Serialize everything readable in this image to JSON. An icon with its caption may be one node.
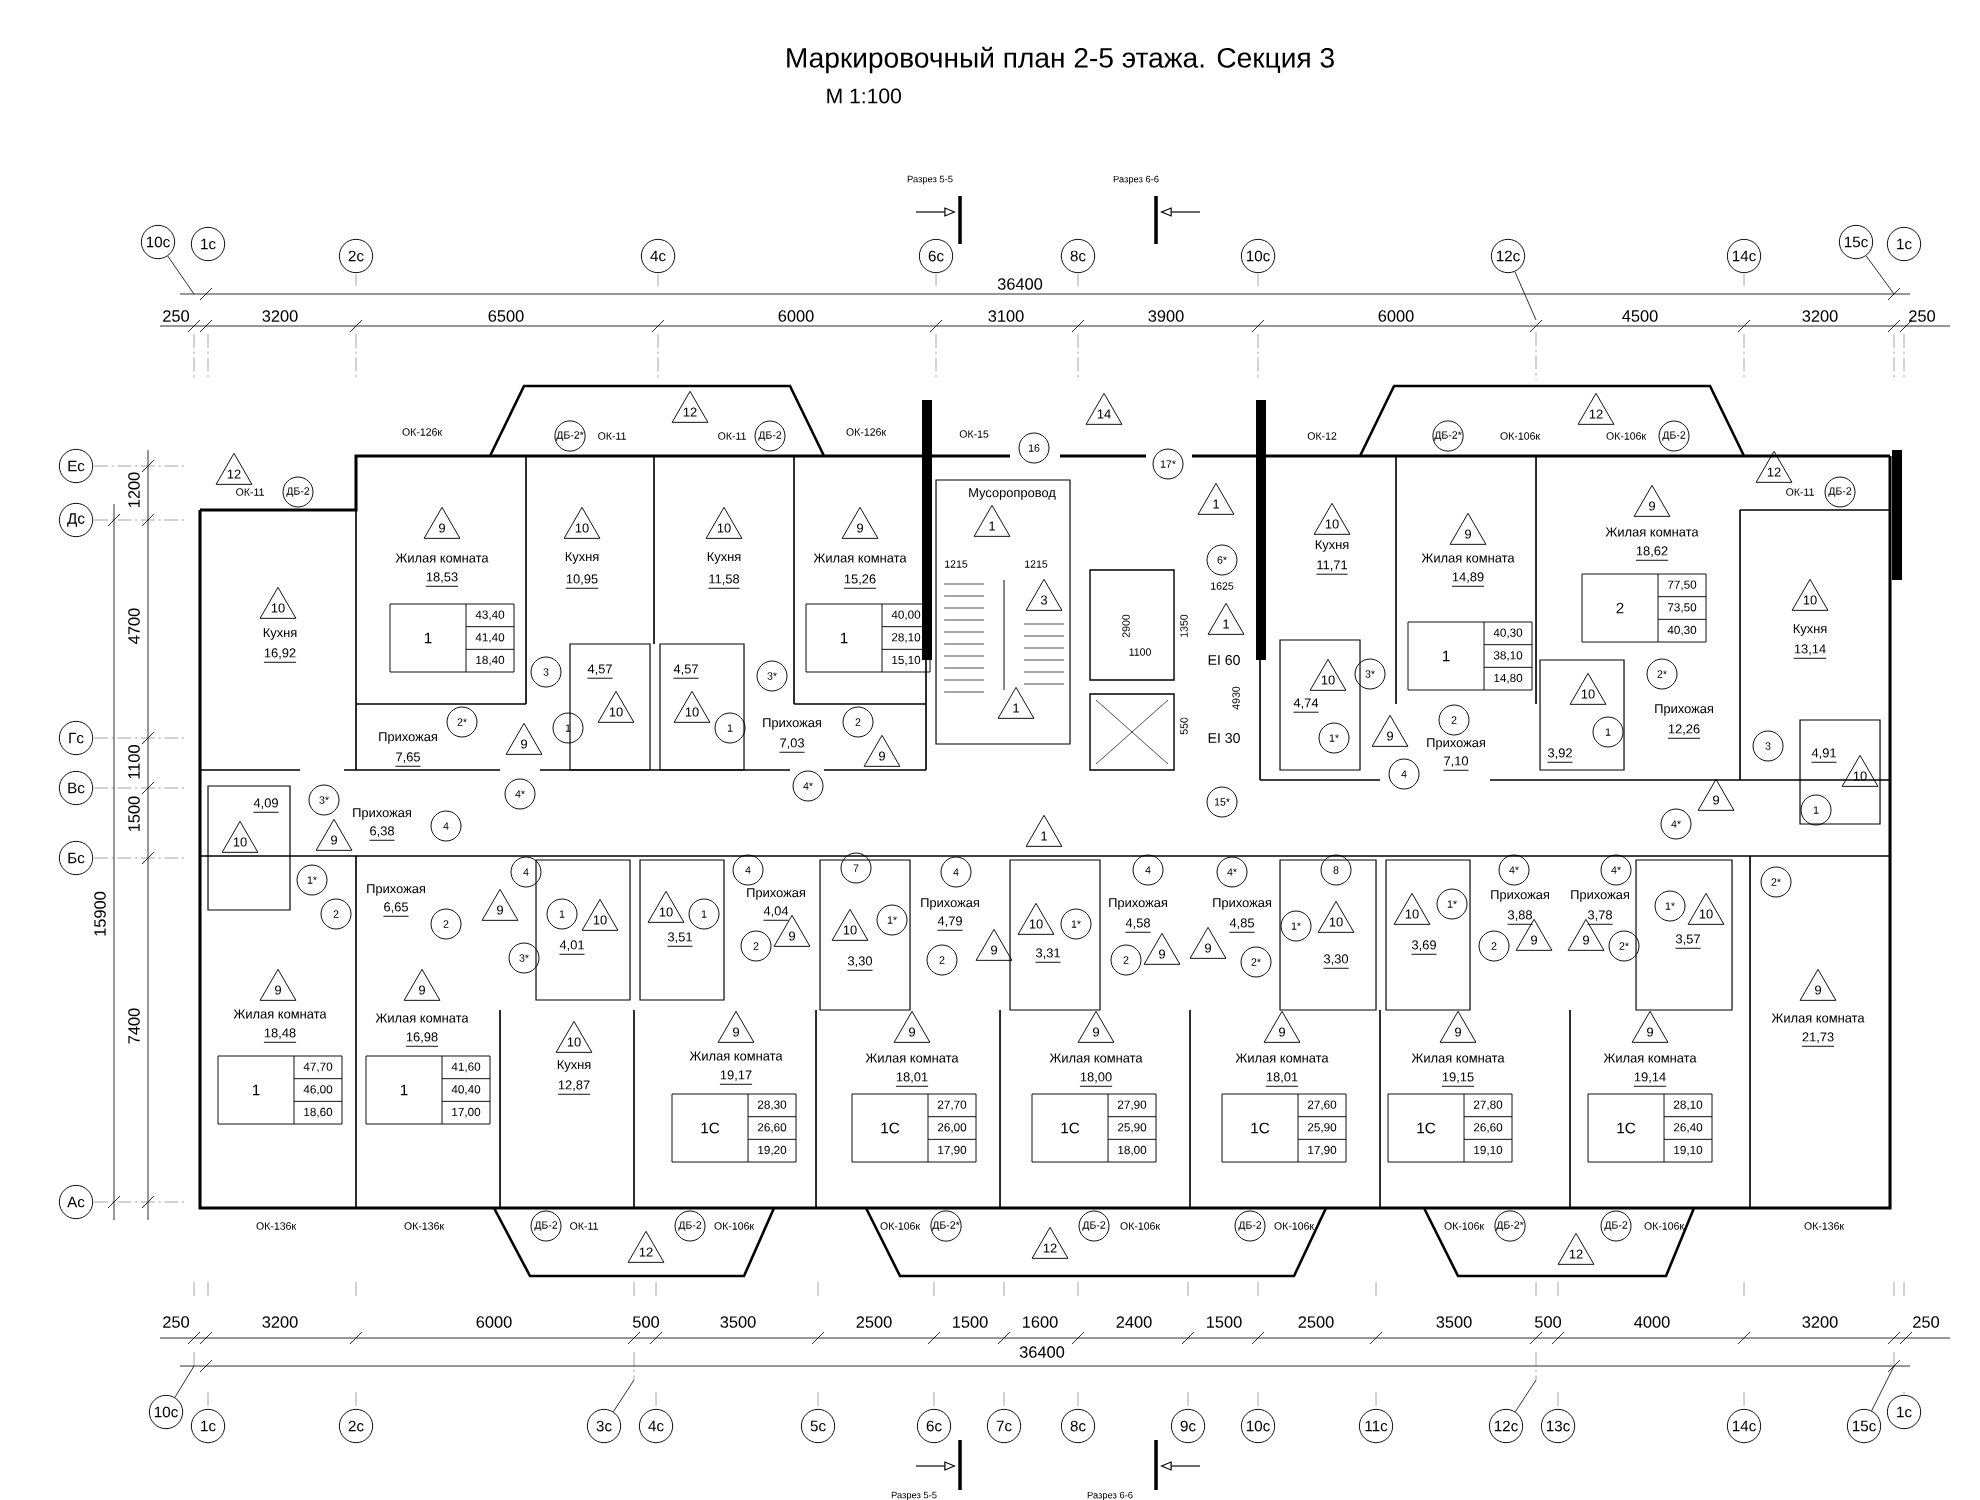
{
  "diagram": {
    "title": "Маркировочный план 2-5 этажа. Секция 3",
    "nodes": [
      {
        "text": [
          "10с"
        ]
      },
      {
        "text": [
          "1с"
        ]
      },
      {
        "text": [
          "2с"
        ]
      },
      {
        "text": [
          "4с"
        ]
      },
      {
        "text": [
          "6с"
        ]
      },
      {
        "text": [
          "8с"
        ]
      },
      {
        "text": [
          "10с"
        ]
      },
      {
        "text": [
          "12с"
        ]
      },
      {
        "text": [
          "14с"
        ]
      },
      {
        "text": [
          "15с"
        ]
      },
      {
        "text": [
          "1с"
        ]
      },
      {
        "text": [
          "Ес"
        ]
      },
      {
        "text": [
          "Дс"
        ]
      },
      {
        "text": [
          "Гс"
        ]
      },
      {
        "text": [
          "Вс"
        ]
      },
      {
        "text": [
          "Бс"
        ]
      },
      {
        "text": [
          "Ас"
        ]
      },
      {
        "text": [
          "10с"
        ]
      },
      {
        "text": [
          "1с"
        ]
      },
      {
        "text": [
          "2с"
        ]
      },
      {
        "text": [
          "3с"
        ]
      },
      {
        "text": [
          "4с"
        ]
      },
      {
        "text": [
          "5с"
        ]
      },
      {
        "text": [
          "6с"
        ]
      },
      {
        "text": [
          "7с"
        ]
      },
      {
        "text": [
          "8с"
        ]
      },
      {
        "text": [
          "9с"
        ]
      },
      {
        "text": [
          "10с"
        ]
      },
      {
        "text": [
          "11с"
        ]
      },
      {
        "text": [
          "12с"
        ]
      },
      {
        "text": [
          "13с"
        ]
      },
      {
        "text": [
          "14с"
        ]
      },
      {
        "text": [
          "15с"
        ]
      },
      {
        "text": [
          "1с"
        ]
      },
      {
        "text": [
          "1",
          "43,40",
          "41,40",
          "18,40"
        ]
      },
      {
        "text": [
          "1",
          "40,00",
          "28,10",
          "15,10"
        ]
      },
      {
        "text": [
          "1",
          "40,30",
          "38,10",
          "14,80"
        ]
      },
      {
        "text": [
          "2",
          "77,50",
          "73,50",
          "40,30"
        ]
      },
      {
        "text": [
          "1",
          "47,70",
          "46,00",
          "18,60"
        ]
      },
      {
        "text": [
          "1",
          "41,60",
          "40,40",
          "17,00"
        ]
      },
      {
        "text": [
          "1С",
          "28,30",
          "26,60",
          "19,20"
        ]
      },
      {
        "text": [
          "1С",
          "27,70",
          "26,00",
          "17,90"
        ]
      },
      {
        "text": [
          "1С",
          "27,90",
          "25,90",
          "18,00"
        ]
      },
      {
        "text": [
          "1С",
          "27,60",
          "25,90",
          "17,90"
        ]
      },
      {
        "text": [
          "1С",
          "27,80",
          "26,60",
          "19,10"
        ]
      },
      {
        "text": [
          "1С",
          "28,10",
          "26,40",
          "19,10"
        ]
      },
      {
        "text": [
          "12"
        ]
      },
      {
        "text": [
          "12"
        ]
      },
      {
        "text": [
          "14"
        ]
      },
      {
        "text": [
          "12"
        ]
      },
      {
        "text": [
          "12"
        ]
      },
      {
        "text": [
          "10"
        ]
      },
      {
        "text": [
          "9"
        ]
      },
      {
        "text": [
          "10"
        ]
      },
      {
        "text": [
          "10"
        ]
      },
      {
        "text": [
          "9"
        ]
      },
      {
        "text": [
          "1"
        ]
      },
      {
        "text": [
          "1"
        ]
      },
      {
        "text": [
          "3"
        ]
      },
      {
        "text": [
          "1"
        ]
      },
      {
        "text": [
          "1"
        ]
      },
      {
        "text": [
          "10"
        ]
      },
      {
        "text": [
          "9"
        ]
      },
      {
        "text": [
          "9"
        ]
      },
      {
        "text": [
          "10"
        ]
      },
      {
        "text": [
          "9"
        ]
      },
      {
        "text": [
          "10"
        ]
      },
      {
        "text": [
          "10"
        ]
      },
      {
        "text": [
          "9"
        ]
      },
      {
        "text": [
          "10"
        ]
      },
      {
        "text": [
          "9"
        ]
      },
      {
        "text": [
          "10"
        ]
      },
      {
        "text": [
          "9"
        ]
      },
      {
        "text": [
          "10"
        ]
      },
      {
        "text": [
          "9"
        ]
      },
      {
        "text": [
          "10"
        ]
      },
      {
        "text": [
          "1"
        ]
      },
      {
        "text": [
          "9"
        ]
      },
      {
        "text": [
          "10"
        ]
      },
      {
        "text": [
          "10"
        ]
      },
      {
        "text": [
          "9"
        ]
      },
      {
        "text": [
          "10"
        ]
      },
      {
        "text": [
          "9"
        ]
      },
      {
        "text": [
          "10"
        ]
      },
      {
        "text": [
          "9"
        ]
      },
      {
        "text": [
          "9"
        ]
      },
      {
        "text": [
          "10"
        ]
      },
      {
        "text": [
          "10"
        ]
      },
      {
        "text": [
          "9"
        ]
      },
      {
        "text": [
          "9"
        ]
      },
      {
        "text": [
          "10"
        ]
      },
      {
        "text": [
          "9"
        ]
      },
      {
        "text": [
          "9"
        ]
      },
      {
        "text": [
          "10"
        ]
      },
      {
        "text": [
          "9"
        ]
      },
      {
        "text": [
          "9"
        ]
      },
      {
        "text": [
          "9"
        ]
      },
      {
        "text": [
          "9"
        ]
      },
      {
        "text": [
          "9"
        ]
      },
      {
        "text": [
          "9"
        ]
      },
      {
        "text": [
          "9"
        ]
      },
      {
        "text": [
          "12"
        ]
      },
      {
        "text": [
          "12"
        ]
      },
      {
        "text": [
          "12"
        ]
      },
      {
        "text": [
          "ДБ-2"
        ]
      },
      {
        "text": [
          "ДБ-2*"
        ]
      },
      {
        "text": [
          "ДБ-2"
        ]
      },
      {
        "text": [
          "16"
        ]
      },
      {
        "text": [
          "17*"
        ]
      },
      {
        "text": [
          "ДБ-2*"
        ]
      },
      {
        "text": [
          "ДБ-2"
        ]
      },
      {
        "text": [
          "ДБ-2"
        ]
      },
      {
        "text": [
          "6*"
        ]
      },
      {
        "text": [
          "3"
        ]
      },
      {
        "text": [
          "3*"
        ]
      },
      {
        "text": [
          "2*"
        ]
      },
      {
        "text": [
          "1"
        ]
      },
      {
        "text": [
          "1"
        ]
      },
      {
        "text": [
          "2"
        ]
      },
      {
        "text": [
          "4*"
        ]
      },
      {
        "text": [
          "4*"
        ]
      },
      {
        "text": [
          "3*"
        ]
      },
      {
        "text": [
          "4"
        ]
      },
      {
        "text": [
          "1*"
        ]
      },
      {
        "text": [
          "2"
        ]
      },
      {
        "text": [
          "4"
        ]
      },
      {
        "text": [
          "2"
        ]
      },
      {
        "text": [
          "3*"
        ]
      },
      {
        "text": [
          "1"
        ]
      },
      {
        "text": [
          "1"
        ]
      },
      {
        "text": [
          "4"
        ]
      },
      {
        "text": [
          "2"
        ]
      },
      {
        "text": [
          "7"
        ]
      },
      {
        "text": [
          "1*"
        ]
      },
      {
        "text": [
          "4"
        ]
      },
      {
        "text": [
          "2"
        ]
      },
      {
        "text": [
          "3*"
        ]
      },
      {
        "text": [
          "1*"
        ]
      },
      {
        "text": [
          "2"
        ]
      },
      {
        "text": [
          "4"
        ]
      },
      {
        "text": [
          "15*"
        ]
      },
      {
        "text": [
          "2*"
        ]
      },
      {
        "text": [
          "1"
        ]
      },
      {
        "text": [
          "3"
        ]
      },
      {
        "text": [
          "4*"
        ]
      },
      {
        "text": [
          "1"
        ]
      },
      {
        "text": [
          "2*"
        ]
      },
      {
        "text": [
          "4"
        ]
      },
      {
        "text": [
          "1*"
        ]
      },
      {
        "text": [
          "2"
        ]
      },
      {
        "text": [
          "4*"
        ]
      },
      {
        "text": [
          "8"
        ]
      },
      {
        "text": [
          "1*"
        ]
      },
      {
        "text": [
          "2*"
        ]
      },
      {
        "text": [
          "4*"
        ]
      },
      {
        "text": [
          "1*"
        ]
      },
      {
        "text": [
          "2"
        ]
      },
      {
        "text": [
          "4*"
        ]
      },
      {
        "text": [
          "2*"
        ]
      },
      {
        "text": [
          "1*"
        ]
      },
      {
        "text": [
          "ДБ-2"
        ]
      },
      {
        "text": [
          "ДБ-2"
        ]
      },
      {
        "text": [
          "ДБ-2*"
        ]
      },
      {
        "text": [
          "ДБ-2"
        ]
      },
      {
        "text": [
          "ДБ-2"
        ]
      },
      {
        "text": [
          "ДБ-2*"
        ]
      },
      {
        "text": [
          "ДБ-2"
        ]
      }
    ],
    "edges": [
      {
        "from": 0,
        "to": null,
        "arrow": "none"
      },
      {
        "from": 7,
        "to": null,
        "arrow": "none"
      },
      {
        "from": 9,
        "to": null,
        "arrow": "none"
      },
      {
        "from": 17,
        "to": null,
        "arrow": "none"
      },
      {
        "from": 20,
        "to": null,
        "arrow": "none"
      },
      {
        "from": 29,
        "to": null,
        "arrow": "none"
      },
      {
        "from": 32,
        "to": null,
        "arrow": "none"
      }
    ],
    "labels": [
      "М 1:100",
      "Разрез 5-5",
      "Разрез 6-6",
      "36400",
      "250",
      "3200",
      "6500",
      "6000",
      "3100",
      "3900",
      "6000",
      "4500",
      "3200",
      "250",
      "1200",
      "4700",
      "1100",
      "1500",
      "7400",
      "15900",
      "250",
      "3200",
      "6000",
      "500",
      "3500",
      "2500",
      "1500",
      "1600",
      "2400",
      "1500",
      "2500",
      "3500",
      "500",
      "4000",
      "3200",
      "250",
      "36400",
      "Разрез 5-5",
      "Разрез 6-6",
      "ОК-126к",
      "ОК-11",
      "ОК-11",
      "ОК-126к",
      "ОК-15",
      "ОК-12",
      "ОК-106к",
      "ОК-106к",
      "ОК-11",
      "ОК-11",
      "ОК-136к",
      "ОК-136к",
      "ОК-11",
      "ОК-106к",
      "ОК-106к",
      "ОК-106к",
      "ОК-106к",
      "ОК-106к",
      "ОК-106к",
      "ОК-136к",
      "Кухня",
      "16,92",
      "Жилая комната",
      "18,53",
      "Кухня",
      "10,95",
      "Кухня",
      "11,58",
      "Жилая комната",
      "15,26",
      "Мусоропровод",
      "Кухня",
      "11,71",
      "Жилая комната",
      "14,89",
      "Жилая комната",
      "18,62",
      "Кухня",
      "13,14",
      "Прихожая",
      "7,65",
      "Прихожая",
      "7,03",
      "Прихожая",
      "6,38",
      "Прихожая",
      "7,10",
      "Прихожая",
      "12,26",
      "4,57",
      "4,57",
      "4,09",
      "4,74",
      "3,92",
      "4,91",
      "2900",
      "1100",
      "1350",
      "4930",
      "550",
      "EI 60",
      "EI 30",
      "1215",
      "1215",
      "1625",
      "Прихожая",
      "6,65",
      "4,01",
      "3,51",
      "Прихожая",
      "4,04",
      "3,30",
      "Прихожая",
      "4,79",
      "3,31",
      "Прихожая",
      "4,58",
      "Прихожая",
      "4,85",
      "3,30",
      "3,69",
      "Прихожая",
      "3,88",
      "Прихожая",
      "3,78",
      "3,57",
      "Жилая комната",
      "18,48",
      "Жилая комната",
      "16,98",
      "Кухня",
      "12,87",
      "Жилая комната",
      "19,17",
      "Жилая комната",
      "18,01",
      "Жилая комната",
      "18,00",
      "Жилая комната",
      "18,01",
      "Жилая комната",
      "19,15",
      "Жилая комната",
      "19,14",
      "Жилая комната",
      "21,73"
    ]
  }
}
